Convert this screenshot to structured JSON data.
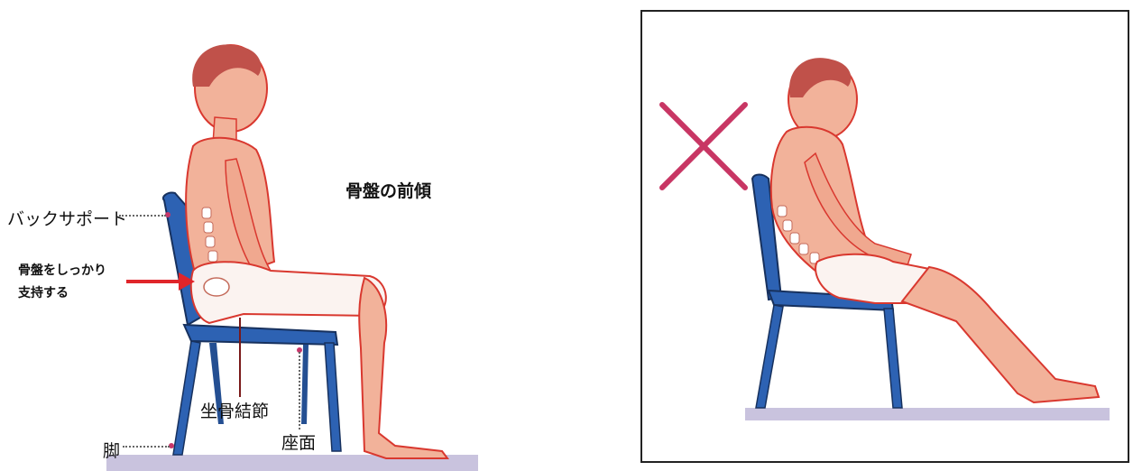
{
  "labels": {
    "back_support": "バックサポート",
    "pelvis_support_line1": "骨盤をしっかり",
    "pelvis_support_line2": "支持する",
    "ischial_tuberosity": "坐骨結節",
    "seat_surface": "座面",
    "leg": "脚",
    "pelvis_tilt": "骨盤の前傾"
  },
  "colors": {
    "chair_blue": "#2d62b3",
    "skin": "#f2b29a",
    "outline_red": "#d9382f",
    "arrow_red": "#e0252a",
    "cross_pink": "#c83664",
    "floor_lavender": "#c9c3de"
  },
  "icons": {
    "wrong_mark": "cross-mark-icon",
    "arrow": "arrow-right-icon"
  }
}
